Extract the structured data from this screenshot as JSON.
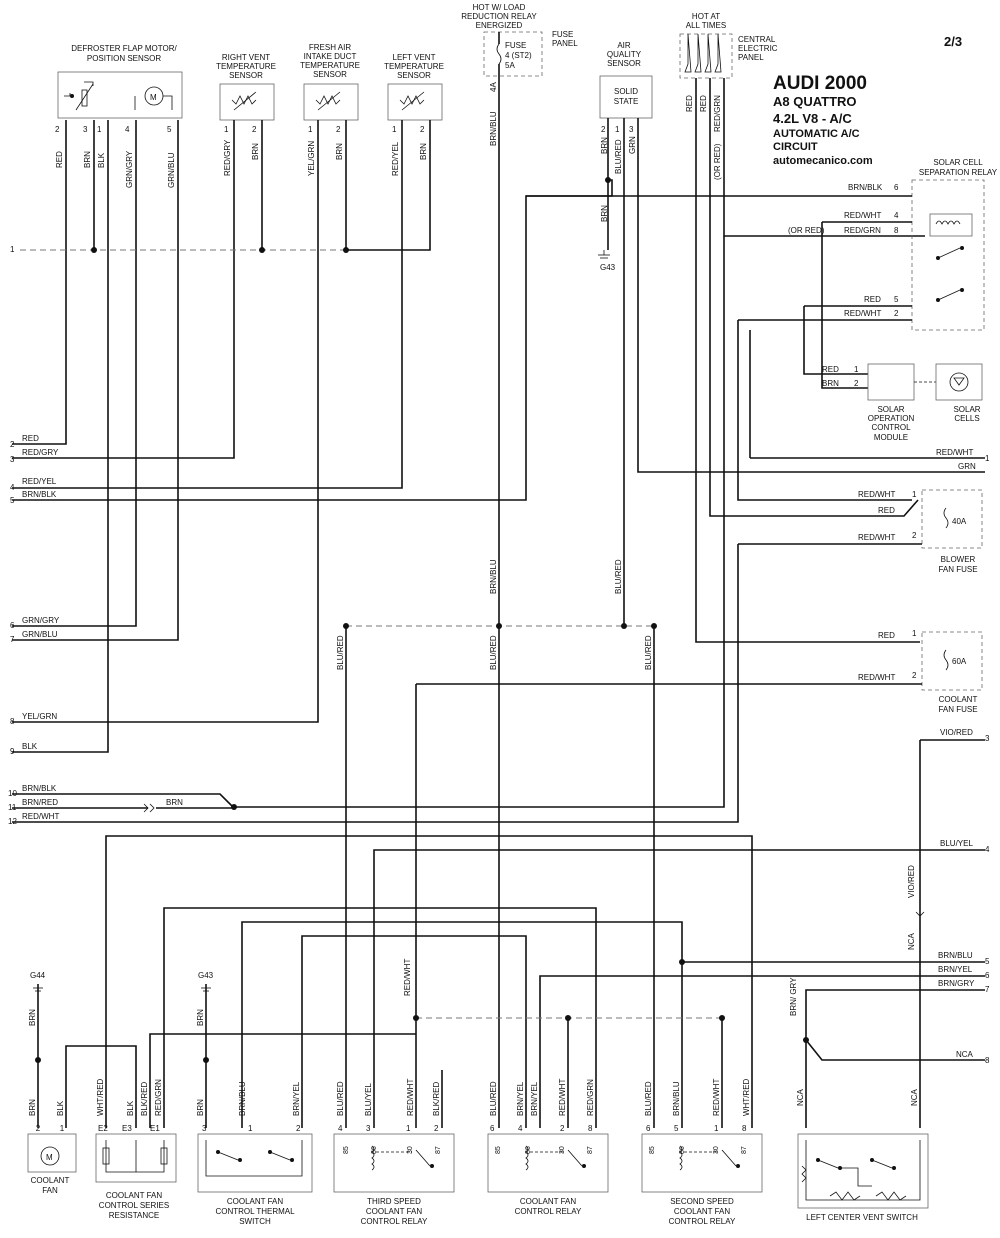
{
  "header": {
    "page": "2/3",
    "title": "AUDI 2000",
    "model": "A8 QUATTRO",
    "engine": "4.2L  V8  -  A/C",
    "system1": "AUTOMATIC A/C",
    "system2": "CIRCUIT",
    "site": "automecanico.com"
  },
  "components": {
    "defroster": [
      "DEFROSTER FLAP MOTOR/",
      "POSITION SENSOR"
    ],
    "right_vent": [
      "RIGHT VENT",
      "TEMPERATURE",
      "SENSOR"
    ],
    "fresh_air": [
      "FRESH AIR",
      "INTAKE DUCT",
      "TEMPERATURE",
      "SENSOR"
    ],
    "left_vent": [
      "LEFT VENT",
      "TEMPERATURE",
      "SENSOR"
    ],
    "hot_load": [
      "HOT W/ LOAD",
      "REDUCTION RELAY",
      "ENERGIZED"
    ],
    "fuse_panel": [
      "FUSE",
      "PANEL"
    ],
    "fuse_st2": [
      "FUSE",
      "4 (ST2)",
      "5A"
    ],
    "air_quality": [
      "AIR",
      "QUALITY",
      "SENSOR"
    ],
    "solid_state": [
      "SOLID",
      "STATE"
    ],
    "hot_times": [
      "HOT AT",
      "ALL TIMES"
    ],
    "central_panel": [
      "CENTRAL",
      "ELECTRIC",
      "PANEL"
    ],
    "solar_relay": [
      "SOLAR CELL",
      "SEPARATION RELAY"
    ],
    "solar_module": [
      "SOLAR",
      "OPERATION",
      "CONTROL",
      "MODULE"
    ],
    "solar_cells": [
      "SOLAR",
      "CELLS"
    ],
    "blower_fuse": [
      "BLOWER",
      "FAN FUSE"
    ],
    "coolant_fuse": [
      "COOLANT",
      "FAN FUSE"
    ],
    "coolant_fan": [
      "COOLANT",
      "FAN"
    ],
    "series_res": [
      "COOLANT FAN",
      "CONTROL SERIES",
      "RESISTANCE"
    ],
    "thermal_switch": [
      "COOLANT FAN",
      "CONTROL THERMAL",
      "SWITCH"
    ],
    "third_speed": [
      "THIRD SPEED",
      "COOLANT FAN",
      "CONTROL RELAY"
    ],
    "fan_relay": [
      "COOLANT FAN",
      "CONTROL RELAY"
    ],
    "second_speed": [
      "SECOND SPEED",
      "COOLANT FAN",
      "CONTROL RELAY"
    ],
    "vent_switch": [
      "LEFT CENTER VENT SWITCH"
    ]
  },
  "fuse_values": {
    "blower": "40A",
    "coolant": "60A"
  },
  "grounds": {
    "g43_top": "G43",
    "g43_bottom": "G43",
    "g44": "G44"
  },
  "left_connector": [
    {
      "pin": "1",
      "wire": ""
    },
    {
      "pin": "2",
      "wire": "RED"
    },
    {
      "pin": "3",
      "wire": "RED/GRY"
    },
    {
      "pin": "4",
      "wire": "RED/YEL"
    },
    {
      "pin": "5",
      "wire": "BRN/BLK"
    },
    {
      "pin": "6",
      "wire": "GRN/GRY"
    },
    {
      "pin": "7",
      "wire": "GRN/BLU"
    },
    {
      "pin": "8",
      "wire": "YEL/GRN"
    },
    {
      "pin": "9",
      "wire": "BLK"
    },
    {
      "pin": "10",
      "wire": "BRN/BLK"
    },
    {
      "pin": "11",
      "wire": "BRN/RED"
    },
    {
      "pin": "12",
      "wire": "RED/WHT"
    }
  ],
  "right_connector": [
    {
      "pin": "1",
      "wire": "RED/WHT"
    },
    {
      "pin": "",
      "wire": "GRN"
    },
    {
      "pin": "3",
      "wire": "VIO/RED"
    },
    {
      "pin": "4",
      "wire": "BLU/YEL"
    },
    {
      "pin": "5",
      "wire": "BRN/BLU"
    },
    {
      "pin": "6",
      "wire": "BRN/YEL"
    },
    {
      "pin": "7",
      "wire": "BRN/GRY"
    },
    {
      "pin": "8",
      "wire": "NCA"
    }
  ],
  "top_wires": {
    "defroster": [
      {
        "pin": "2",
        "wire": "RED"
      },
      {
        "pin": "3",
        "wire": "BRN"
      },
      {
        "pin": "1",
        "wire": "BLK"
      },
      {
        "pin": "4",
        "wire": "GRN/GRY"
      },
      {
        "pin": "5",
        "wire": "GRN/BLU"
      }
    ],
    "right_vent": [
      {
        "pin": "1",
        "wire": "RED/GRY"
      },
      {
        "pin": "2",
        "wire": "BRN"
      }
    ],
    "fresh_air": [
      {
        "pin": "1",
        "wire": "YEL/GRN"
      },
      {
        "pin": "2",
        "wire": "BRN"
      }
    ],
    "left_vent": [
      {
        "pin": "1",
        "wire": "RED/YEL"
      },
      {
        "pin": "2",
        "wire": "BRN"
      }
    ],
    "fuse_out": {
      "pin": "4A",
      "wire": "BRN/BLU"
    },
    "air_quality": [
      {
        "pin": "2",
        "wire": "BRN"
      },
      {
        "pin": "1",
        "wire": "BLU/RED"
      },
      {
        "pin": "3",
        "wire": "GRN"
      }
    ],
    "hot_wires": [
      "RED",
      "RED",
      "RED/GRN"
    ],
    "or_red": "(OR RED)",
    "g43_wire": "BRN"
  },
  "solar_relay_pins": [
    {
      "pin": "6",
      "wire": "BRN/BLK"
    },
    {
      "pin": "4",
      "wire": "RED/WHT"
    },
    {
      "pin": "8",
      "wire": "RED/GRN",
      "alt": "(OR RED)"
    },
    {
      "pin": "5",
      "wire": "RED"
    },
    {
      "pin": "2",
      "wire": "RED/WHT"
    }
  ],
  "solar_module_pins": [
    {
      "pin": "1",
      "wire": "RED"
    },
    {
      "pin": "2",
      "wire": "BRN"
    }
  ],
  "blower_fuse_pins": [
    {
      "pin": "1",
      "wire": "RED/WHT"
    },
    {
      "pin": "",
      "wire": "RED"
    },
    {
      "pin": "2",
      "wire": "RED/WHT"
    }
  ],
  "coolant_fuse_pins": [
    {
      "pin": "1",
      "wire": "RED"
    },
    {
      "pin": "2",
      "wire": "RED/WHT"
    }
  ],
  "middle_wires": {
    "brn_blu": "BRN/BLU",
    "blu_red_top": "BLU/RED",
    "blu_red": [
      "BLU/RED",
      "BLU/RED",
      "BLU/RED"
    ],
    "brn_inline": "BRN",
    "vio_red": "VIO/RED",
    "nca": "NCA",
    "red_wht": "RED/WHT",
    "brn_gry": "BRN/ GRY"
  },
  "bottom_components": {
    "coolant_fan": {
      "wires": [
        "BRN",
        "BLK"
      ],
      "pins": [
        "2",
        "1"
      ],
      "g44_wire": "BRN"
    },
    "series_res": {
      "wires": [
        "WHT/RED",
        "BLK",
        "BLK/RED",
        "RED/GRN"
      ],
      "pins": [
        "E2",
        "E3",
        "E1"
      ]
    },
    "thermal_switch": {
      "wires": [
        "BRN",
        "BRN/BLU",
        "BRN/YEL"
      ],
      "pins": [
        "3",
        "1",
        "2"
      ],
      "g43_wire": "BRN"
    },
    "third_speed": {
      "wires": [
        "BLU/RED",
        "BLU/YEL",
        "RED/WHT",
        "BLK/RED"
      ],
      "pins": [
        "4",
        "3",
        "1",
        "2"
      ],
      "terms": [
        "85",
        "86",
        "30",
        "87"
      ]
    },
    "fan_relay": {
      "wires": [
        "BLU/RED",
        "BRN/YEL",
        "BRN/YEL",
        "RED/WHT",
        "RED/GRN"
      ],
      "pins": [
        "6",
        "4",
        "2",
        "8"
      ],
      "terms": [
        "85",
        "86",
        "30",
        "87"
      ]
    },
    "second_speed": {
      "wires": [
        "BLU/RED",
        "BRN/BLU",
        "RED/WHT",
        "WHT/RED"
      ],
      "pins": [
        "6",
        "5",
        "1",
        "8"
      ],
      "terms": [
        "85",
        "86",
        "30",
        "87"
      ]
    },
    "vent_switch": {
      "wires": [
        "NCA",
        "NCA"
      ]
    }
  }
}
